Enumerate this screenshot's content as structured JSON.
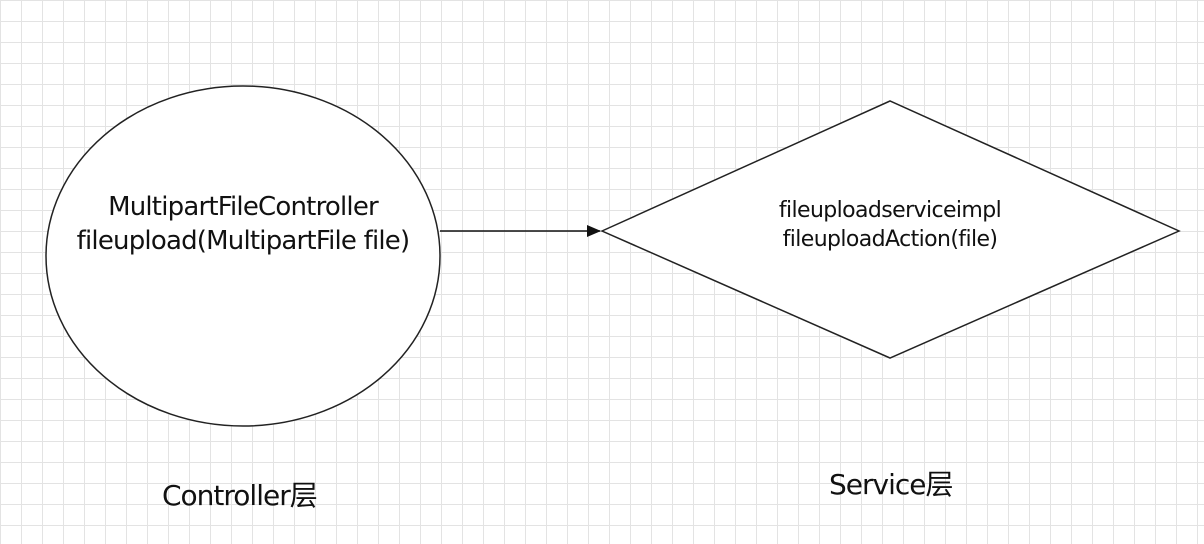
{
  "diagram": {
    "controller": {
      "line1": "MultipartFileController",
      "line2": "fileupload(MultipartFile file)"
    },
    "service": {
      "line1": "fileuploadserviceimpl",
      "line2": "fileuploadAction(file)"
    },
    "captions": {
      "controller": "Controller层",
      "service": "Service层"
    }
  }
}
